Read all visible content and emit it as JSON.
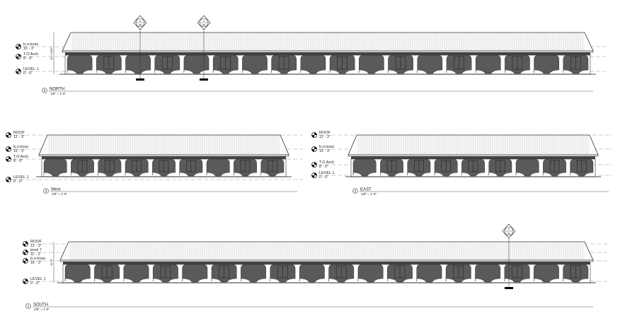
{
  "elevations": [
    {
      "id": "north",
      "number": "5",
      "title": "NORTH",
      "scale": "1/8\" = 1'-0\"",
      "bays": 18,
      "levels": [
        {
          "name": "b.o.truss",
          "value": "10' - 3\""
        },
        {
          "name": "T.O Arch",
          "value": "8' - 9\""
        },
        {
          "name": "LEVEL 1",
          "value": "0' - 0\""
        }
      ],
      "dimension": "10' 3 5/32\"",
      "section_markers": [
        {
          "number": "3",
          "sheet": "A5"
        },
        {
          "number": "1",
          "sheet": "A5"
        }
      ]
    },
    {
      "id": "west",
      "number": "3",
      "title": "West",
      "scale": "1/8\" = 1'-0\"",
      "bays": 9,
      "levels": [
        {
          "name": "ROOF",
          "value": "12' - 3\""
        },
        {
          "name": "b.o.truss",
          "value": "10' - 3\""
        },
        {
          "name": "T.O Arch",
          "value": "8' - 9\""
        },
        {
          "name": "LEVEL 1",
          "value": "0' - 0\""
        }
      ],
      "section_markers": []
    },
    {
      "id": "east",
      "number": "2",
      "title": "EAST",
      "scale": "1/8\" = 1'-0\"",
      "bays": 9,
      "levels": [
        {
          "name": "ROOF",
          "value": "12' - 3\""
        },
        {
          "name": "b.o.truss",
          "value": "10' - 3\""
        },
        {
          "name": "T.O Arch",
          "value": "8' - 9\""
        },
        {
          "name": "LEVEL 1",
          "value": "0' - 0\""
        }
      ],
      "section_markers": []
    },
    {
      "id": "south",
      "number": "1",
      "title": "SOUTH",
      "scale": "1/8\" = 1'-0\"",
      "bays": 18,
      "levels": [
        {
          "name": "ROOF",
          "value": "12' - 3\""
        },
        {
          "name": "level 7",
          "value": "11' - 1\""
        },
        {
          "name": "b.o.truss",
          "value": "10' - 3\""
        },
        {
          "name": "LEVEL 1",
          "value": "0' - 0\""
        }
      ],
      "dimension": "10' 3\"",
      "section_markers": [
        {
          "number": "2",
          "sheet": "A5"
        }
      ]
    }
  ],
  "colors": {
    "line": "#333333",
    "arch_fill": "#5a5a5a",
    "roof_line": "#9a9a9a"
  }
}
